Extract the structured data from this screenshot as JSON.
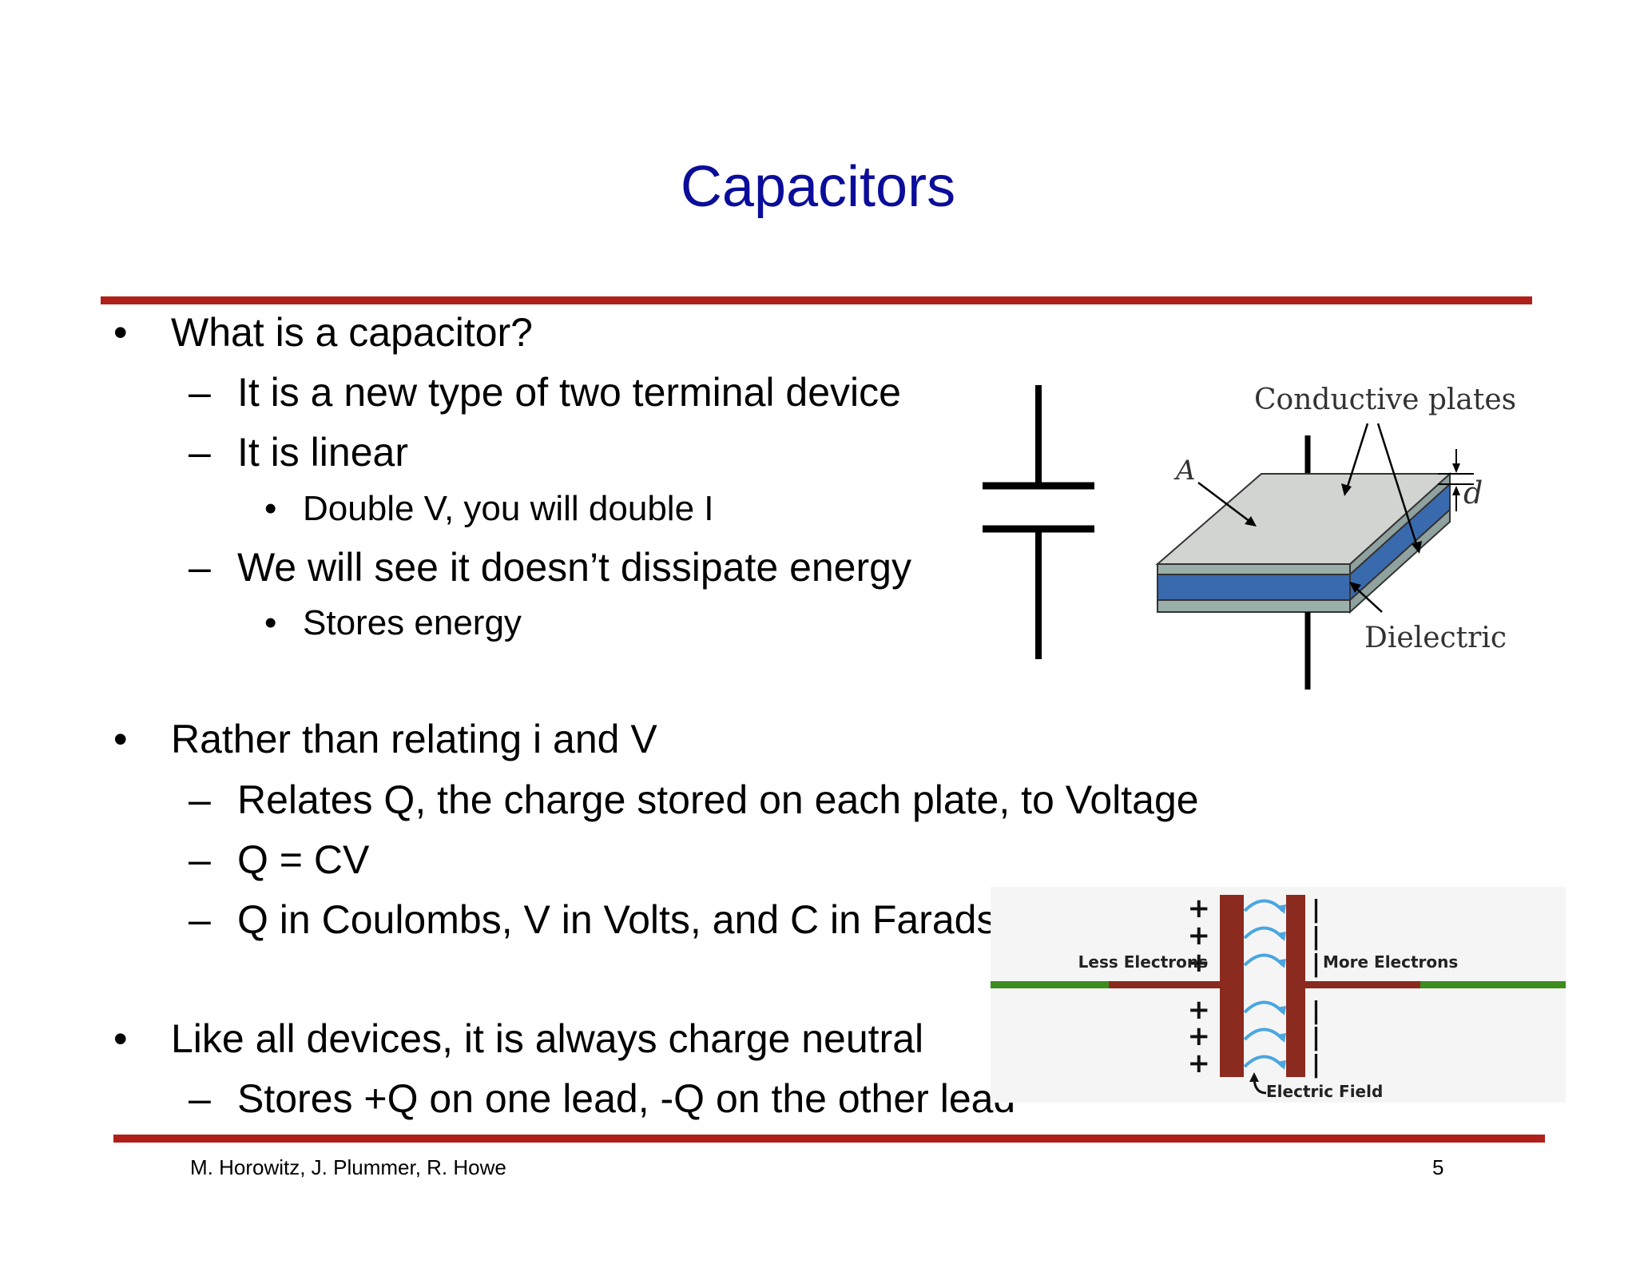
{
  "slide": {
    "title": "Capacitors",
    "colors": {
      "title": "#0b0d9a",
      "rule": "#b0201b",
      "dielectric": "#3a6aae",
      "plate_metal": "#8b2a1e",
      "wire": "#3d8d1e",
      "field_arrow": "#4aa6e0"
    }
  },
  "bullets": {
    "b1": "What is a capacitor?",
    "b1_1": "It is a new type of two terminal device",
    "b1_2": "It is linear",
    "b1_2_1": "Double V, you will double I",
    "b1_3": "We will see it doesn’t dissipate energy",
    "b1_3_1": "Stores energy",
    "b2": "Rather than relating i and V",
    "b2_1": "Relates Q, the charge stored on each plate, to Voltage",
    "b2_2": "Q = CV",
    "b2_3": "Q in Coulombs, V in Volts, and C in Farads",
    "b3": "Like all devices, it is always charge neutral",
    "b3_1": "Stores +Q on one lead, -Q on the other lead"
  },
  "marks": {
    "bullet": "•",
    "dash": "–",
    "small_bullet": "•"
  },
  "figure_plates": {
    "conductive_plates": "Conductive plates",
    "area_label": "A",
    "distance_label": "d",
    "dielectric": "Dielectric"
  },
  "figure_charge": {
    "less_electrons": "Less Electrons",
    "more_electrons": "More Electrons",
    "electric_field": "Electric Field",
    "plus": "+",
    "minus": "|"
  },
  "footer": {
    "authors": "M. Horowitz, J. Plummer, R. Howe",
    "page_number": "5"
  }
}
